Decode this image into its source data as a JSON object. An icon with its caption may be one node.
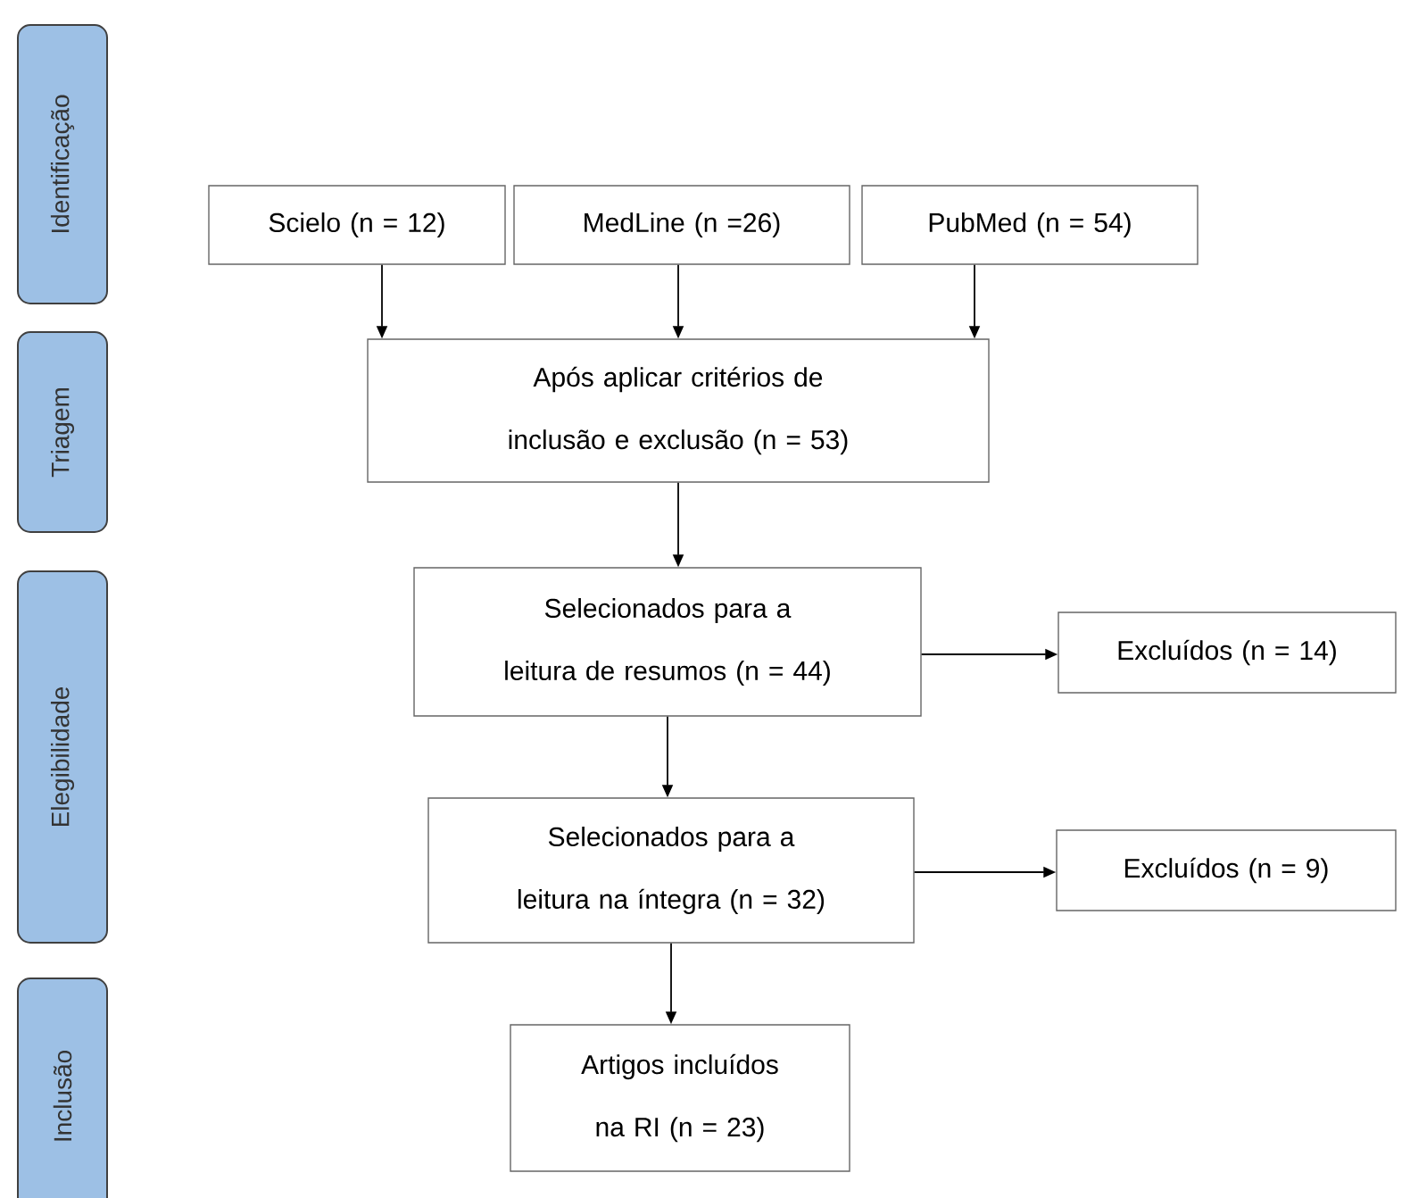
{
  "diagram": {
    "nodes": [
      {
        "text": [
          "Identificação"
        ]
      },
      {
        "text": [
          "Triagem"
        ]
      },
      {
        "text": [
          "Elegibilidade"
        ]
      },
      {
        "text": [
          "Inclusão"
        ]
      },
      {
        "text": [
          "Scielo (n = 12)"
        ]
      },
      {
        "text": [
          "MedLine (n =26)"
        ]
      },
      {
        "text": [
          "PubMed (n = 54)"
        ]
      },
      {
        "text": [
          "Após aplicar critérios de inclusão e exclusão (n = 53)"
        ]
      },
      {
        "text": [
          "Selecionados para a leitura de resumos (n = 44)"
        ]
      },
      {
        "text": [
          "Excluídos (n = 14)"
        ]
      },
      {
        "text": [
          "Selecionados para a leitura na íntegra (n = 32)"
        ]
      },
      {
        "text": [
          "Excluídos (n = 9)"
        ]
      },
      {
        "text": [
          "Artigos incluídos na RI (n = 23)"
        ]
      }
    ],
    "edges": [
      {
        "from": 4,
        "to": 7,
        "arrow": "to"
      },
      {
        "from": 5,
        "to": 7,
        "arrow": "to"
      },
      {
        "from": 6,
        "to": 7,
        "arrow": "to"
      },
      {
        "from": 7,
        "to": 8,
        "arrow": "to"
      },
      {
        "from": 8,
        "to": 9,
        "arrow": "to"
      },
      {
        "from": 8,
        "to": 10,
        "arrow": "to"
      },
      {
        "from": 10,
        "to": 11,
        "arrow": "to"
      },
      {
        "from": 10,
        "to": 12,
        "arrow": "to"
      }
    ]
  }
}
